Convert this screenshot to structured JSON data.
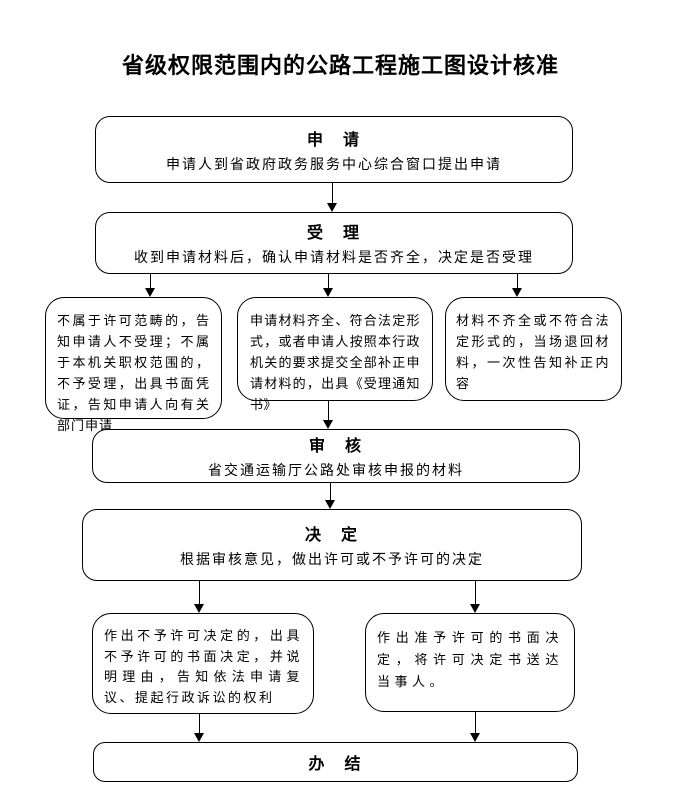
{
  "title": "省级权限范围内的公路工程施工图设计核准",
  "nodes": {
    "apply": {
      "label": "申　请",
      "desc": "申请人到省政府政务服务中心综合窗口提出申请"
    },
    "accept": {
      "label": "受　理",
      "desc": "收到申请材料后，确认申请材料是否齐全，决定是否受理"
    },
    "not_accepted": {
      "text": "不属于许可范畴的，告知申请人不受理；不属于本机关职权范围的，不予受理，出具书面凭证，告知申请人向有关部门申请"
    },
    "accept_notice": {
      "text": "申请材料齐全、符合法定形式，或者申请人按照本行政机关的要求提交全部补正申请材料的，出具《受理通知书》"
    },
    "return_material": {
      "text": "材料不齐全或不符合法定形式的，当场退回材料，一次性告知补正内容"
    },
    "review": {
      "label": "审　核",
      "desc": "省交通运输厅公路处审核申报的材料"
    },
    "decide": {
      "label": "决　定",
      "desc": "根据审核意见，做出许可或不予许可的决定"
    },
    "deny": {
      "text": "作出不予许可决定的，出具不予许可的书面决定，并说明理由，告知依法申请复议、提起行政诉讼的权利"
    },
    "grant": {
      "text": "作出准予许可的书面决定，将许可决定书送达当事人。"
    },
    "finish": {
      "label": "办　结"
    }
  },
  "colors": {
    "line": "#000000",
    "background": "#ffffff",
    "text": "#000000"
  }
}
